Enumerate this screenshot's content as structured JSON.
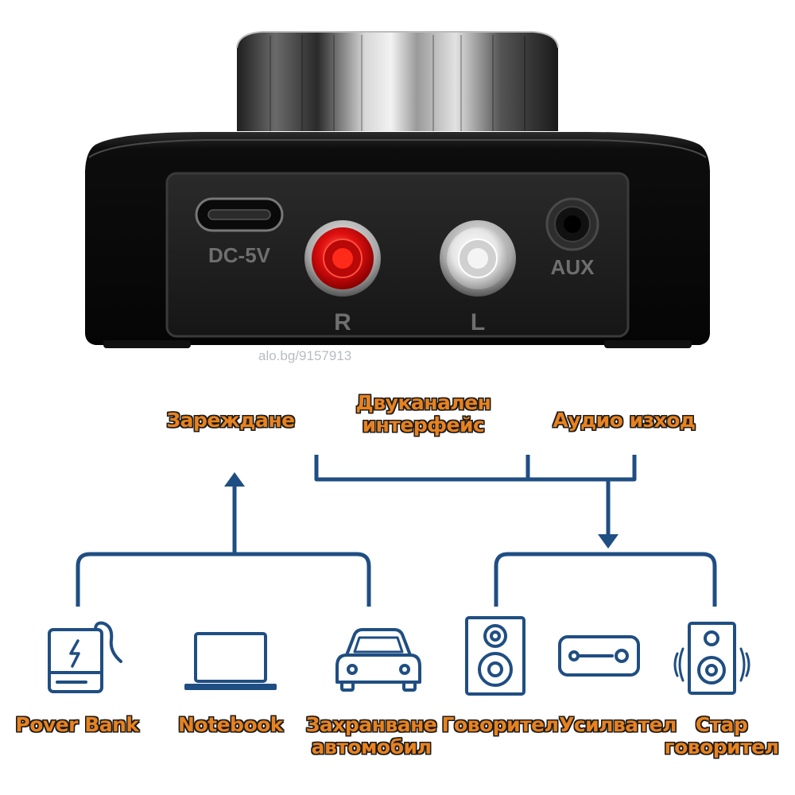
{
  "device": {
    "port_labels": {
      "dc": "DC-5V",
      "right": "R",
      "left": "L",
      "aux": "AUX"
    },
    "watermark": "alo.bg/9157913"
  },
  "top_labels": {
    "charging": "Зареждане",
    "dual_channel": [
      "Двуканален",
      "интерфейс"
    ],
    "audio_out": "Аудио изход"
  },
  "sources": [
    {
      "icon": "power-bank-icon",
      "label": [
        "Pover Bank"
      ]
    },
    {
      "icon": "laptop-icon",
      "label": [
        "Notebook"
      ]
    },
    {
      "icon": "car-icon",
      "label": [
        "Захранване",
        "автомобил"
      ]
    }
  ],
  "outputs": [
    {
      "icon": "speaker-icon",
      "label": [
        "Говорител"
      ]
    },
    {
      "icon": "amplifier-icon",
      "label": [
        "Усилвател"
      ]
    },
    {
      "icon": "old-speaker-icon",
      "label": [
        "Стар",
        "говорител"
      ]
    }
  ],
  "colors": {
    "line": "#1f4e82",
    "label_fill": "#e8821e",
    "label_outline": "#1b1b1b",
    "rca_right": "#e01010",
    "rca_left": "#e6e6e6"
  }
}
